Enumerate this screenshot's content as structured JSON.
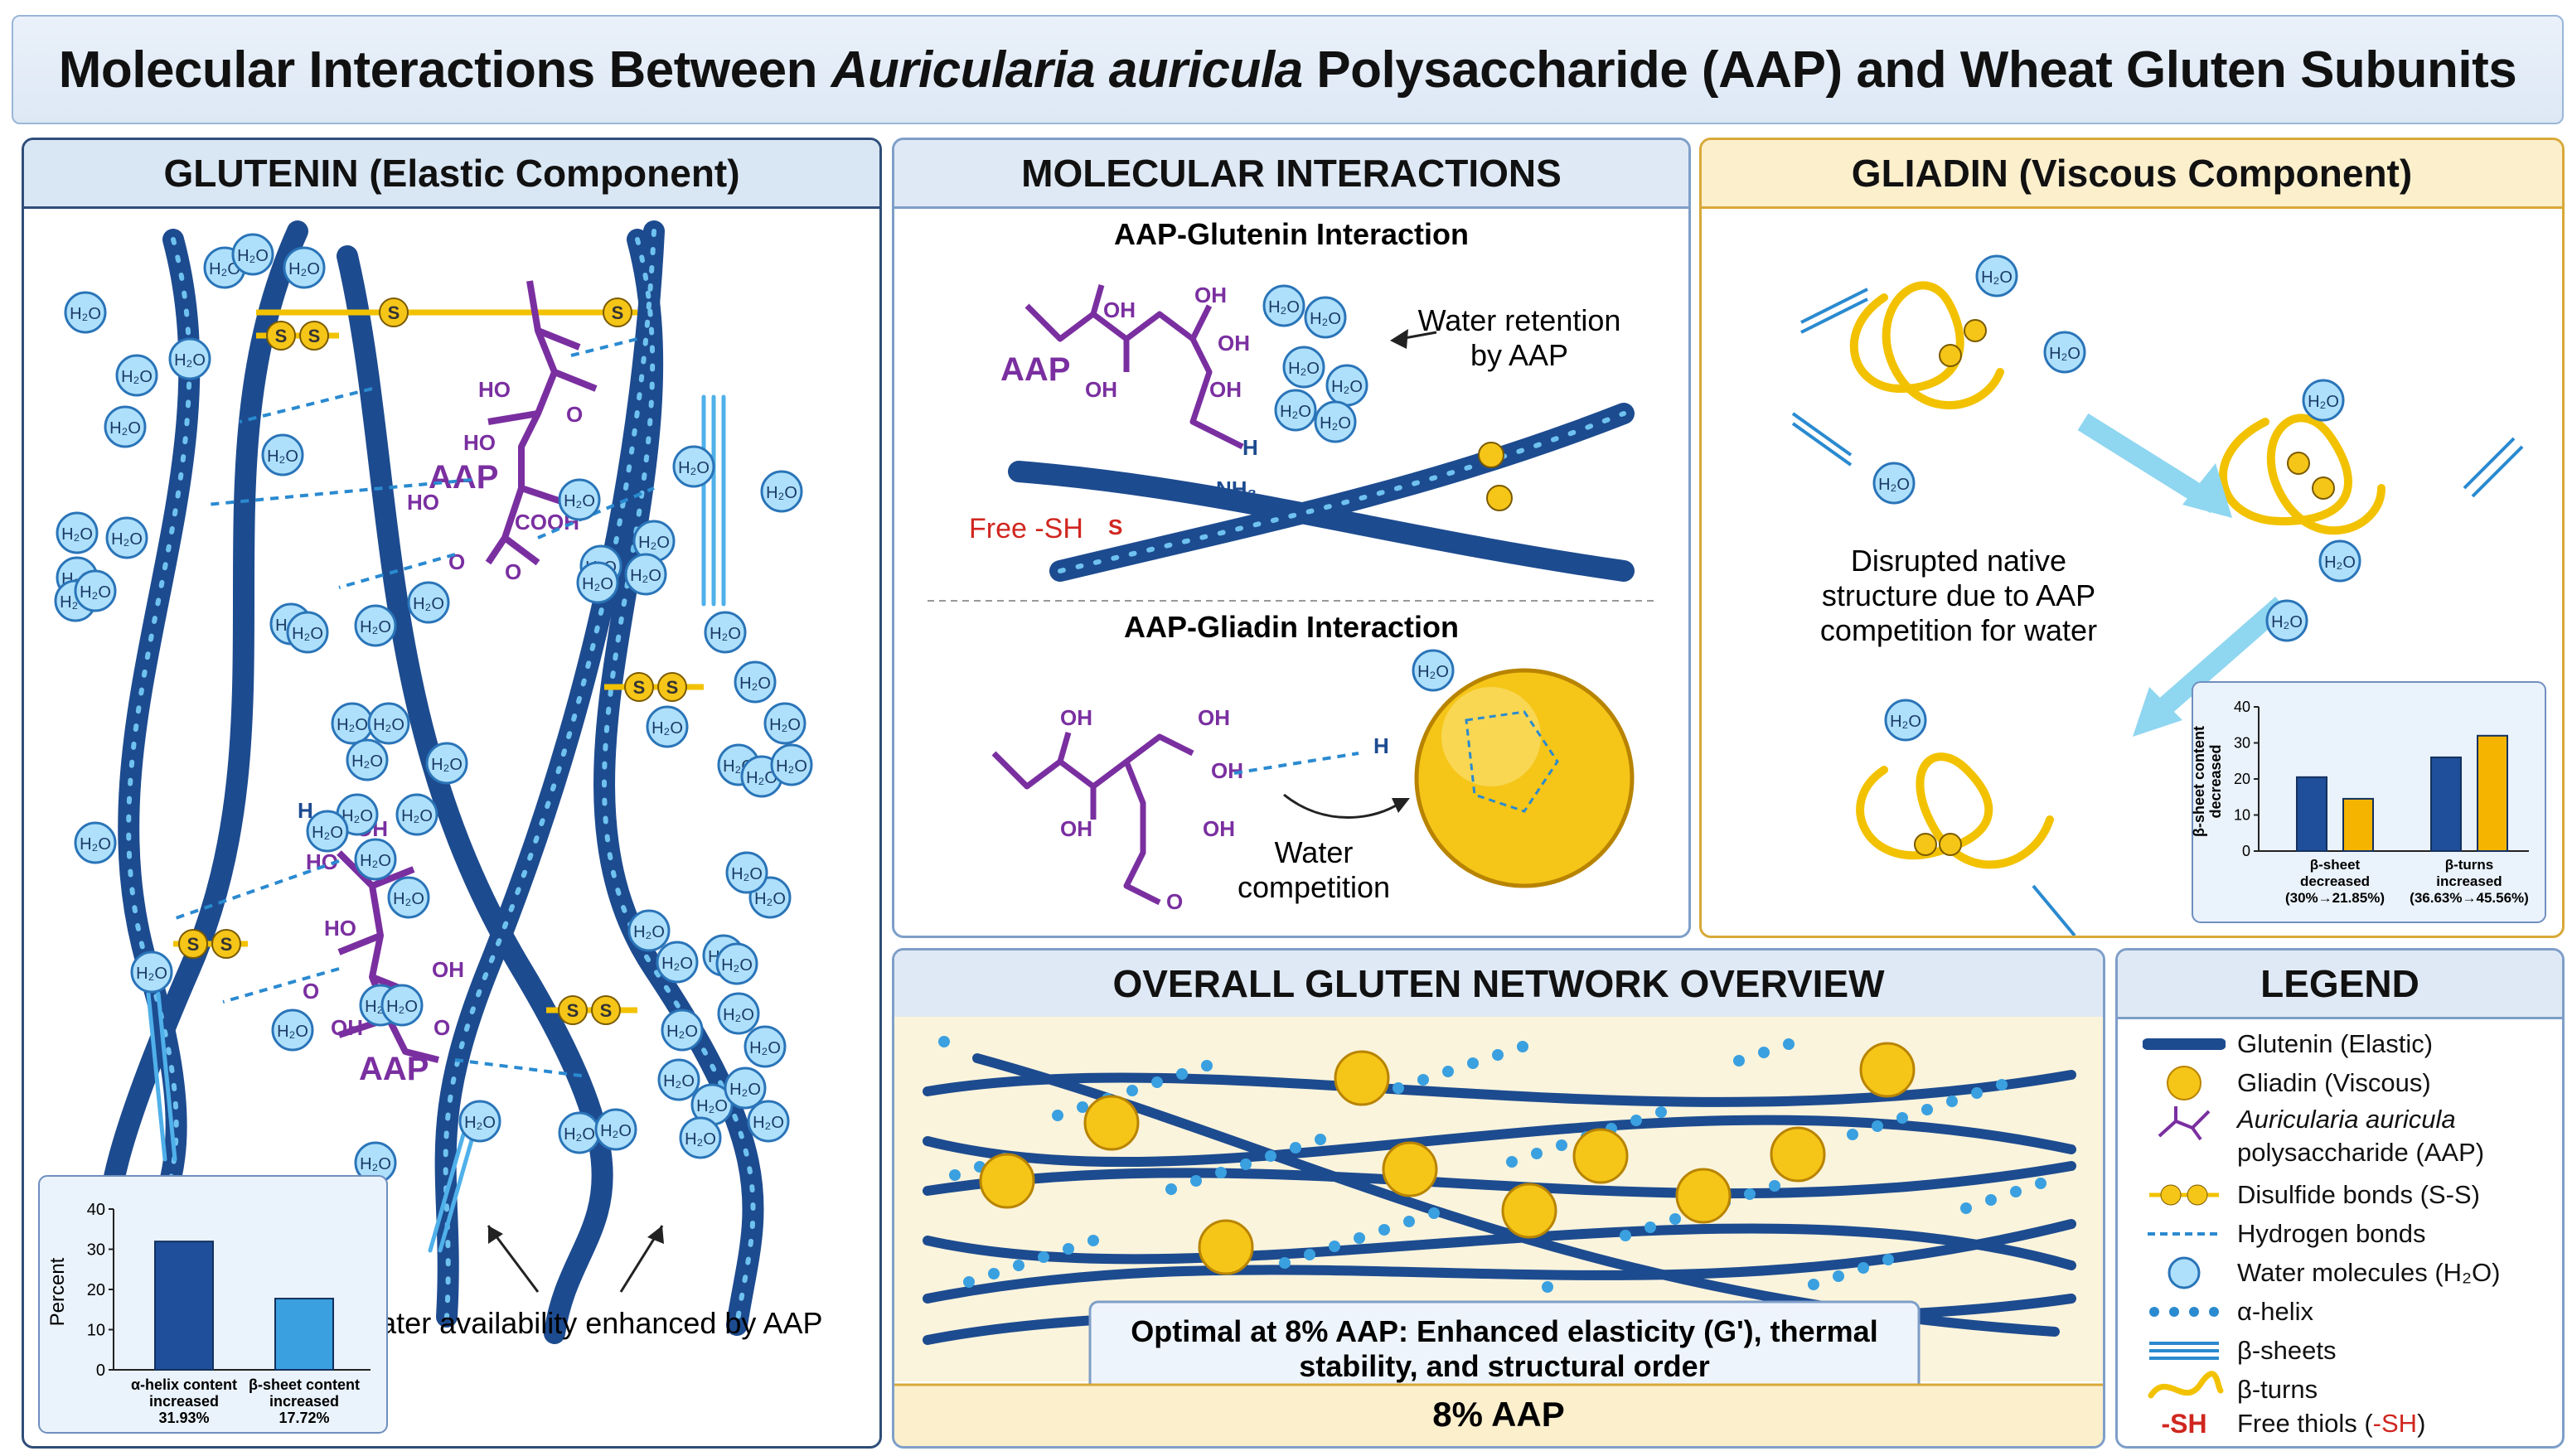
{
  "title": {
    "prefix": "Molecular Interactions Between ",
    "species": "Auricularia auricula",
    "suffix": " Polysaccharide (AAP) and Wheat Gluten Subunits"
  },
  "glutenin_panel": {
    "header": "GLUTENIN (Elastic Component)",
    "aap_label": "AAP",
    "groups": [
      "HO",
      "O",
      "HO",
      "HO",
      "COOH",
      "O",
      "O",
      "H",
      "OH",
      "HO",
      "HO",
      "OH",
      "O",
      "OH",
      "O"
    ],
    "water_label": "H₂O",
    "ss_label": "S",
    "note": "Water availability enhanced by AAP",
    "chart": {
      "ylabel": "Percent",
      "yticks": [
        "0",
        "10",
        "20",
        "30",
        "40"
      ],
      "bar_labels": [
        [
          "α-helix content",
          "increased",
          "31.93%"
        ],
        [
          "β-sheet content",
          "increased",
          "17.72%"
        ]
      ]
    }
  },
  "interactions_panel": {
    "header": "MOLECULAR INTERACTIONS",
    "sub1": "AAP-Glutenin Interaction",
    "sub2": "AAP-Gliadin Interaction",
    "aap_label": "AAP",
    "free_sh": "Free -SH",
    "nh2": "NH₂",
    "water_retention": [
      "Water retention",
      "by AAP"
    ],
    "water_competition": [
      "Water",
      "competition"
    ],
    "groups_top": [
      "OH",
      "OH",
      "OH",
      "OH",
      "OH",
      "H",
      "S"
    ],
    "groups_bottom": [
      "OH",
      "OH",
      "OH",
      "OH",
      "O",
      "H"
    ]
  },
  "gliadin_panel": {
    "header": "GLIADIN (Viscous Component)",
    "note": [
      "Disrupted native",
      "structure due to AAP",
      "competition for water"
    ],
    "chart": {
      "ylabel": [
        "β-sheet content",
        "decreased"
      ],
      "yticks": [
        "0",
        "10",
        "20",
        "30",
        "40"
      ],
      "group_labels": [
        [
          "β-sheet",
          "decreased",
          "(30%→21.85%)"
        ],
        [
          "β-turns",
          "increased",
          "(36.63%→45.56%)"
        ]
      ]
    }
  },
  "overview_panel": {
    "header": "OVERALL GLUTEN NETWORK OVERVIEW",
    "caption": [
      "Optimal at 8% AAP: Enhanced elasticity (G'), thermal",
      "stability, and structural order"
    ],
    "footer": "8% AAP"
  },
  "legend": {
    "header": "LEGEND",
    "items": [
      {
        "label": "Glutenin (Elastic)"
      },
      {
        "label": "Gliadin (Viscous)"
      },
      {
        "label_italic": "Auricularia auricula",
        "label": "polysaccharide (AAP)"
      },
      {
        "label": "Disulfide bonds (S-S)"
      },
      {
        "label": "Hydrogen bonds"
      },
      {
        "label": "Water molecules (H₂O)"
      },
      {
        "label": "α-helix"
      },
      {
        "label": "β-sheets"
      },
      {
        "label": "β-turns"
      },
      {
        "label_prefix": "Free thiols (",
        "label_red": "-SH",
        "label_suffix": ")",
        "symbol_text": "-SH"
      }
    ]
  },
  "chart_data": [
    {
      "type": "bar",
      "title": "",
      "categories": [
        "α-helix content increased 31.93%",
        "β-sheet content increased 17.72%"
      ],
      "values": [
        31.93,
        17.72
      ],
      "ylabel": "Percent",
      "ylim": [
        0,
        40
      ],
      "colors": [
        "#1f4e9a",
        "#3aa0e0"
      ]
    },
    {
      "type": "bar",
      "title": "",
      "categories": [
        "β-sheet decreased (30%→21.85%)",
        "β-turns increased (36.63%→45.56%)"
      ],
      "series": [
        {
          "values": [
            20.5,
            26
          ]
        },
        {
          "values": [
            14.5,
            32
          ]
        }
      ],
      "ylabel": "β-sheet content decreased",
      "ylim": [
        0,
        40
      ],
      "colors": [
        "#1f4e9a",
        "#f5b400"
      ]
    }
  ],
  "colors": {
    "glutenin": "#1f4e9a",
    "gliadin": "#f5c518",
    "aap": "#7a2fa0",
    "water": "#5aaee6",
    "free_sh": "#d0261f"
  }
}
